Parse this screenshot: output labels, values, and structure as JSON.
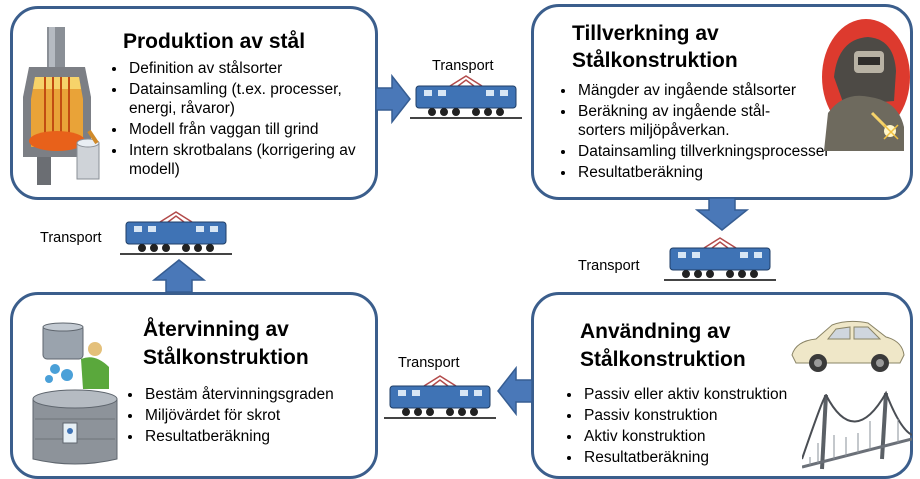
{
  "boxes": {
    "production": {
      "title": "Produktion av stål",
      "items": [
        "Definition av stålsorter",
        "Datainsamling (t.ex. processer, energi, råvaror)",
        "Modell från vaggan till grind",
        "Intern skrotbalans  (korrigering av modell)"
      ]
    },
    "manufacturing": {
      "title_line1": "Tillverkning av",
      "title_line2": "Stålkonstruktion",
      "items": [
        "Mängder av ingående stålsorter",
        "Beräkning av ingående stål-sorters miljöpåverkan.",
        "Datainsamling tillverkningsprocesser",
        "Resultatberäkning"
      ]
    },
    "recycling": {
      "title_line1": "Återvinning av",
      "title_line2": "Stålkonstruktion",
      "items": [
        "Bestäm återvinningsgraden",
        "Miljövärdet för skrot",
        "Resultatberäkning"
      ]
    },
    "usage": {
      "title_line1": "Användning av",
      "title_line2": "Stålkonstruktion",
      "items": [
        "Passiv eller aktiv konstruktion",
        "Passiv konstruktion",
        "Aktiv konstruktion",
        "Resultatberäkning"
      ]
    }
  },
  "transport": {
    "top": "Transport",
    "right": "Transport",
    "bottom": "Transport",
    "left": "Transport"
  },
  "colors": {
    "box_border": "#3b5e8c",
    "arrow": "#4a78b8",
    "train_body": "#3f73b5"
  }
}
